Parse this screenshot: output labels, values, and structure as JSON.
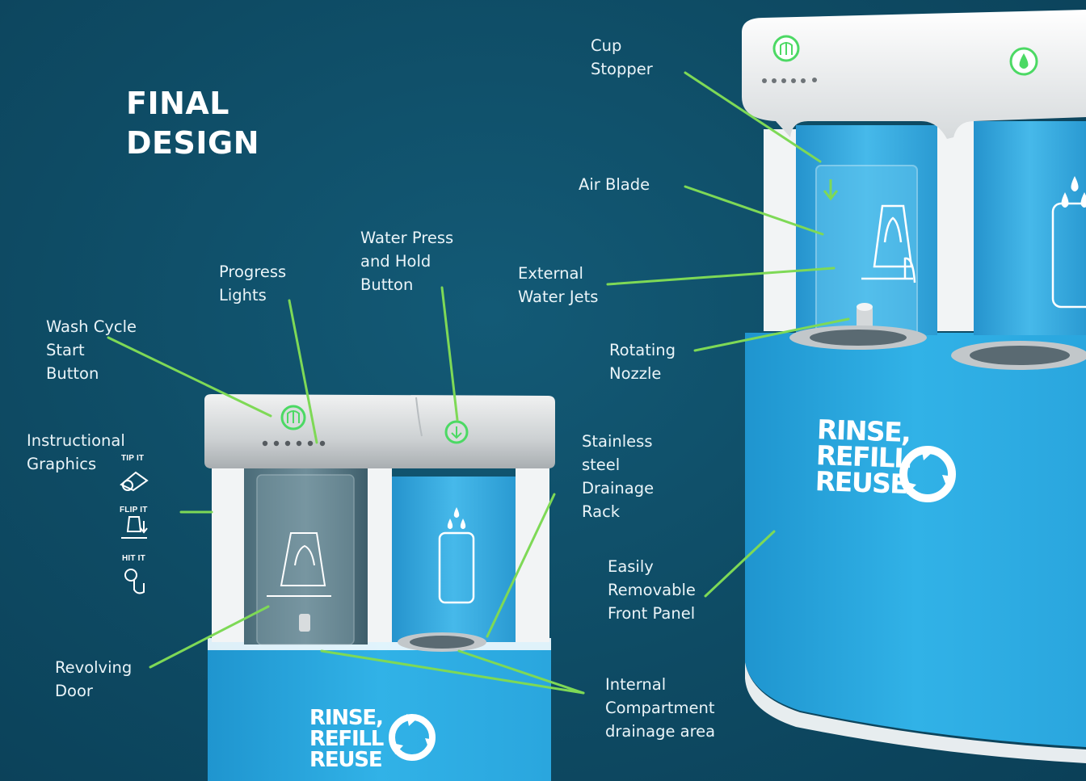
{
  "title": {
    "line1": "FINAL",
    "line2": "DESIGN"
  },
  "colors": {
    "background": "#0e4a63",
    "accent_green": "#7ed956",
    "unit_blue": "#2aa9e0",
    "unit_top": "#d8dbdc"
  },
  "callouts": {
    "cup_stopper": "Cup\nStopper",
    "air_blade": "Air Blade",
    "water_press": "Water Press\nand Hold\nButton",
    "progress_lights": "Progress\nLights",
    "external_jets": "External\nWater Jets",
    "wash_cycle": "Wash Cycle\nStart\nButton",
    "rotating_nozzle": "Rotating\nNozzle",
    "instructional": "Instructional\nGraphics",
    "drainage_rack": "Stainless\nsteel\nDrainage\nRack",
    "front_panel": "Easily\nRemovable\nFront Panel",
    "revolving_door": "Revolving\nDoor",
    "drainage_area": "Internal\nCompartment\ndrainage area"
  },
  "instructions": {
    "step1": "TIP IT",
    "step2": "FLIP IT",
    "step3": "HIT IT"
  },
  "branding": {
    "line1": "RINSE,",
    "line2": "REFILL",
    "line3": "REUSE"
  },
  "icons": [
    "wash-start-icon",
    "water-drop-icon",
    "bottle-icon",
    "recycle-icon",
    "fountain-icon"
  ]
}
